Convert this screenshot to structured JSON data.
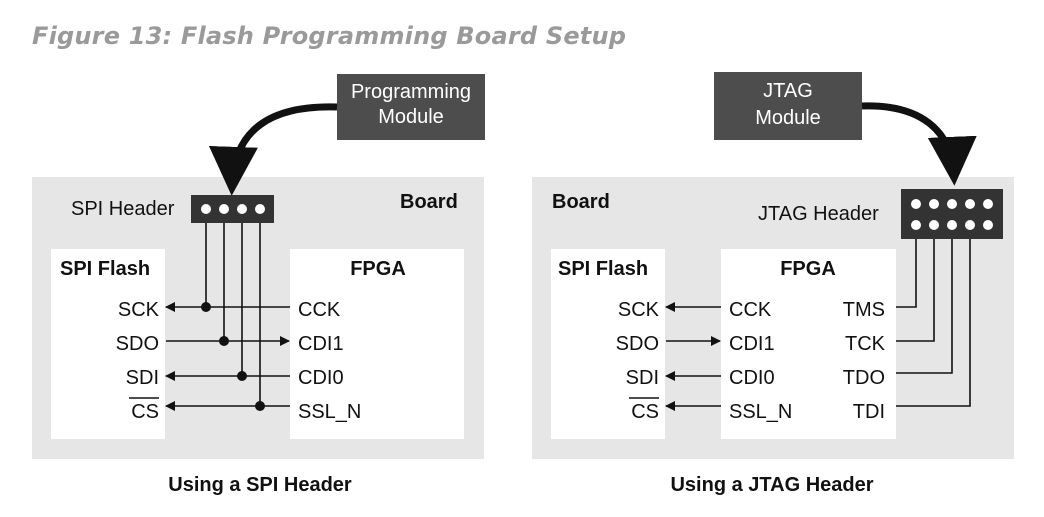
{
  "figure": {
    "title": "Figure 13: Flash Programming Board Setup"
  },
  "left": {
    "module": [
      "Programming",
      "Module"
    ],
    "board_label": "Board",
    "header_label": "SPI Header",
    "flash_title": "SPI Flash",
    "fpga_title": "FPGA",
    "flash_pins": [
      "SCK",
      "SDO",
      "SDI",
      "CS"
    ],
    "fpga_pins": [
      "CCK",
      "CDI1",
      "CDI0",
      "SSL_N"
    ],
    "caption": "Using a SPI Header"
  },
  "right": {
    "module": [
      "JTAG",
      "Module"
    ],
    "board_label": "Board",
    "header_label": "JTAG Header",
    "flash_title": "SPI Flash",
    "fpga_title": "FPGA",
    "flash_pins": [
      "SCK",
      "SDO",
      "SDI",
      "CS"
    ],
    "fpga_pins": [
      "CCK",
      "CDI1",
      "CDI0",
      "SSL_N"
    ],
    "jtag_pins": [
      "TMS",
      "TCK",
      "TDO",
      "TDI"
    ],
    "caption": "Using a JTAG Header"
  },
  "colors": {
    "board": "#e6e6e6",
    "module": "#4d4d4d",
    "header": "#333333",
    "title": "#9a9a9a"
  }
}
